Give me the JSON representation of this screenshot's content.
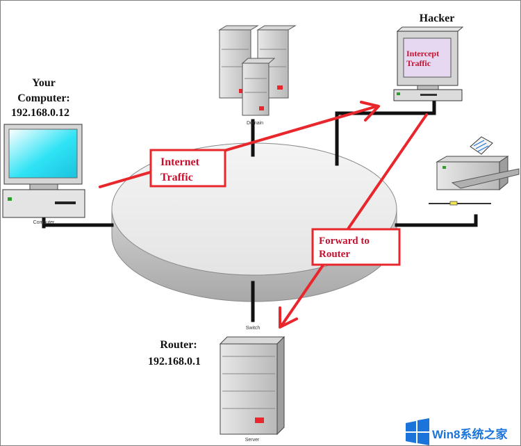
{
  "labels": {
    "your_computer": [
      "Your",
      "Computer:",
      "192.168.0.12"
    ],
    "hacker": "Hacker",
    "router": [
      "Router:",
      "192.168.0.1"
    ]
  },
  "screen_text": {
    "hacker_screen": [
      "Intercept",
      "Traffic"
    ]
  },
  "callouts": {
    "internet_traffic": [
      "Internet",
      "Traffic"
    ],
    "forward_to_router": [
      "Forward to",
      "Router"
    ]
  },
  "small_labels": {
    "computer": "Computer",
    "domain": "Domain",
    "switch": "Switch",
    "server": "Server"
  },
  "watermark": {
    "text": "Win8系统之家"
  },
  "colors": {
    "arrow_red": "#e8262b",
    "callout_text": "#c8102e",
    "cable": "#111111",
    "screen_cyan": "#2fe3f5",
    "hacker_screen": "#e6d8f0",
    "ring_top": "#eeeeee",
    "ring_side": "#bdbdbd",
    "watermark_blue": "#1b74d9"
  }
}
